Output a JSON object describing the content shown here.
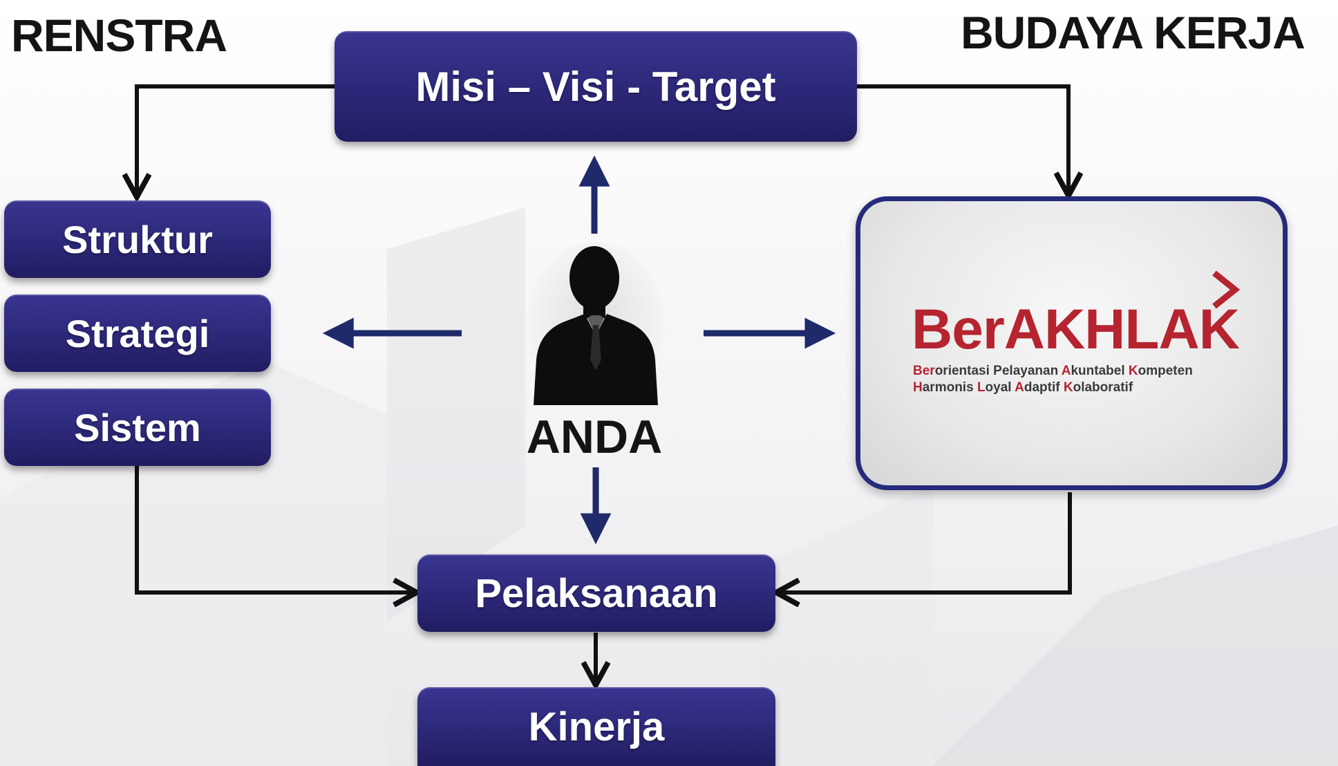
{
  "headings": {
    "left": "RENSTRA",
    "right": "BUDAYA KERJA"
  },
  "boxes": {
    "top": "Misi – Visi - Target",
    "struktur": "Struktur",
    "strategi": "Strategi",
    "sistem": "Sistem",
    "pelaksanaan": "Pelaksanaan",
    "kinerja": "Kinerja"
  },
  "person": {
    "label": "ANDA",
    "icon": "person-silhouette-icon"
  },
  "logo": {
    "word_ber": "Ber",
    "word_akhlak": "AKHLAK",
    "line1": [
      {
        "hl": "Ber",
        "rest": "orientasi "
      },
      {
        "hl": "",
        "rest": "Pelayanan "
      },
      {
        "hl": "A",
        "rest": "kuntabel "
      },
      {
        "hl": "K",
        "rest": "ompeten"
      }
    ],
    "line2": [
      {
        "hl": "H",
        "rest": "armonis "
      },
      {
        "hl": "L",
        "rest": "oyal "
      },
      {
        "hl": "A",
        "rest": "daptif "
      },
      {
        "hl": "K",
        "rest": "olaboratif"
      }
    ],
    "brand_color": "#b5242f"
  },
  "colors": {
    "box": "#2c2878",
    "arrow_blue": "#1f2a6b",
    "connector": "#111111",
    "panel_border": "#262a7a"
  }
}
